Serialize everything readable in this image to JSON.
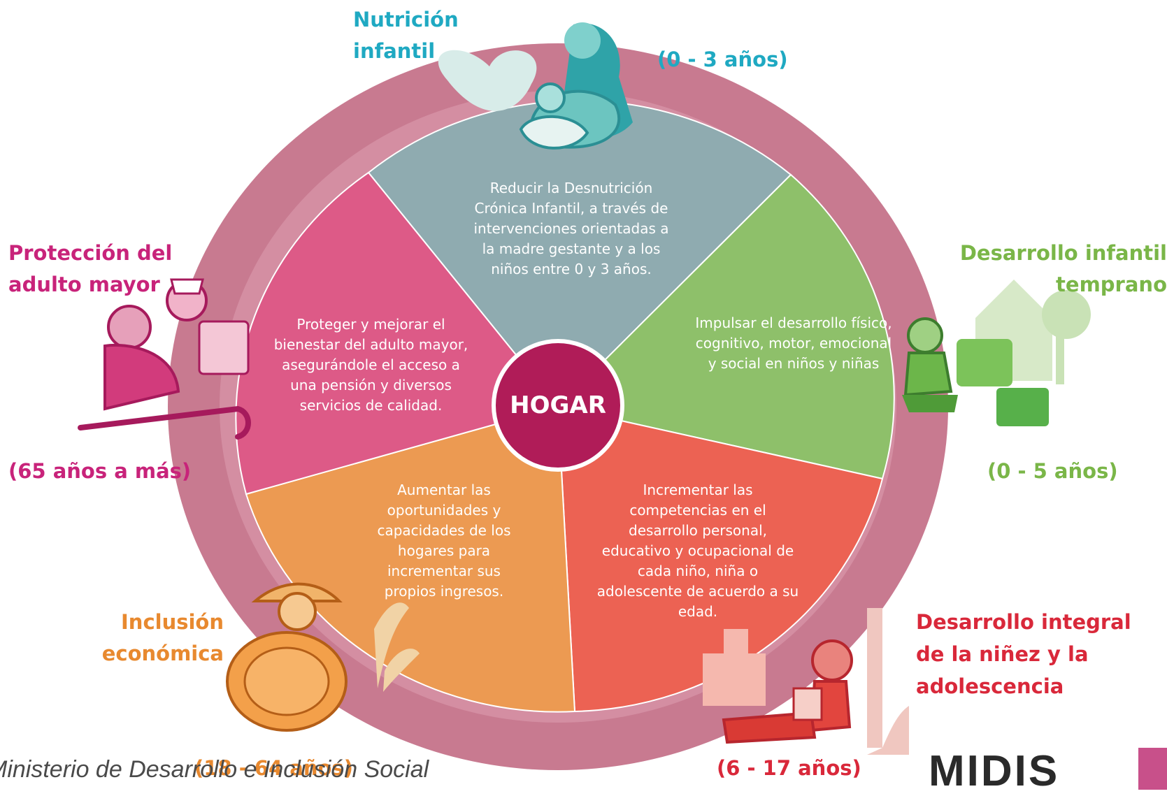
{
  "center": {
    "label": "HOGAR"
  },
  "segments": [
    {
      "id": "nutricion",
      "color": "#8fabb0",
      "text": "Reducir la Desnutrición Crónica Infantil, a través de intervenciones orientadas a la madre gestante y a los niños entre 0 y 3 años."
    },
    {
      "id": "desarrollo-temprano",
      "color": "#8ec06a",
      "text": "Impulsar el desarrollo físico, cognitivo, motor, emocional y social en niños y niñas"
    },
    {
      "id": "desarrollo-integral",
      "color": "#ec6253",
      "text": "Incrementar las competencias en el desarrollo personal, educativo y ocupacional de cada niño, niña o adolescente de acuerdo a su edad."
    },
    {
      "id": "inclusion",
      "color": "#ec9a52",
      "text": "Aumentar las oportunidades y capacidades de los hogares para incrementar sus propios ingresos."
    },
    {
      "id": "adulto-mayor",
      "color": "#dd5a87",
      "text": "Proteger y mejorar el bienestar del adulto mayor, asegurándole el acceso a una pensión y diversos servicios de calidad."
    }
  ],
  "labels": {
    "nutricion": {
      "title_line1": "Nutrición",
      "title_line2": "infantil",
      "age": "(0 - 3 años)",
      "color": "#1fa9c2"
    },
    "desarrollo_temprano": {
      "title_line1": "Desarrollo infantil",
      "title_line2": "temprano",
      "age": "(0 - 5 años)",
      "color": "#7ab648"
    },
    "desarrollo_integral": {
      "title_line1": "Desarrollo integral",
      "title_line2": "de la niñez y la",
      "title_line3": "adolescencia",
      "age": "(6 - 17 años)",
      "color": "#d9283a"
    },
    "inclusion": {
      "title_line1": "Inclusión",
      "title_line2": "económica",
      "age": "(18 - 64 años)",
      "color": "#e8892f"
    },
    "adulto_mayor": {
      "title_line1": "Protección del",
      "title_line2": "adulto mayor",
      "age": "(65 años a más)",
      "color": "#c8237a"
    }
  },
  "footer": {
    "text": "Ministerio de Desarrollo e Inclusión Social"
  },
  "logo": {
    "text": "MIDIS"
  },
  "ring_color": "#c87a90"
}
